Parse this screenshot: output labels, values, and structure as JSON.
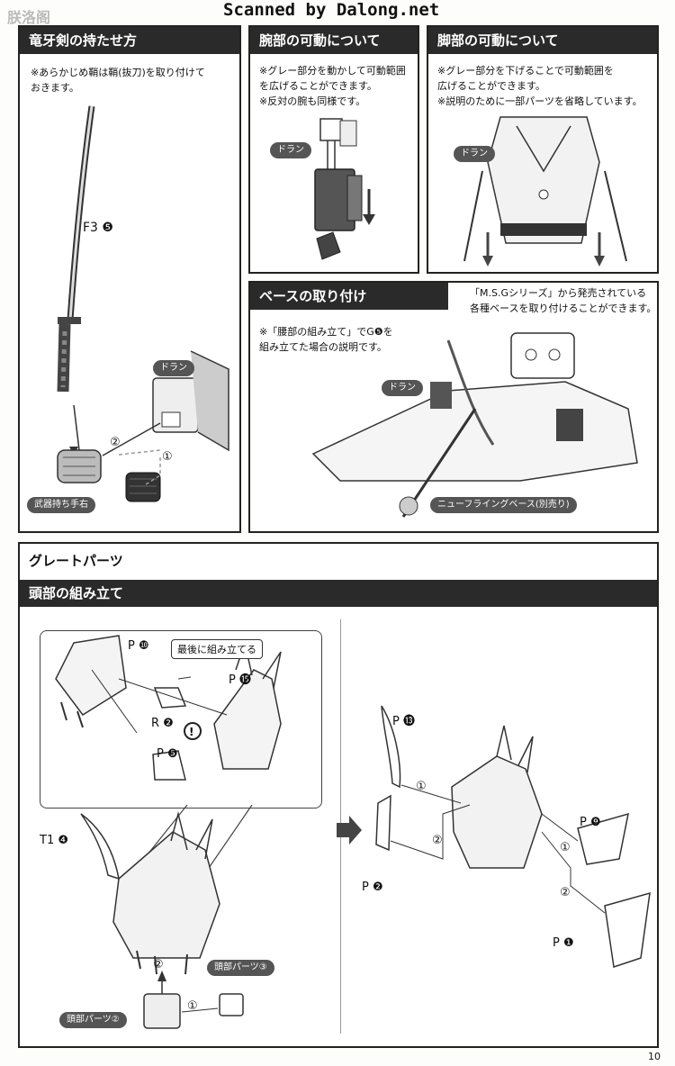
{
  "watermark": {
    "left": "朕洛阁",
    "right": "Scanned by Dalong.net"
  },
  "panel_katana": {
    "title": "竜牙剣の持たせ方",
    "note": "※あらかじめ鞘は鞘(抜刀)を取り付けて\nおきます。",
    "part": "F3",
    "part_num": "❺",
    "tag_dran": "ドラン",
    "tag_hand": "武器持ち手右",
    "step1": "①",
    "step2": "②"
  },
  "panel_arm": {
    "title": "腕部の可動について",
    "note": "※グレー部分を動かして可動範囲\nを広げることができます。\n※反対の腕も同様です。",
    "tag_dran": "ドラン"
  },
  "panel_leg": {
    "title": "脚部の可動について",
    "note": "※グレー部分を下げることで可動範囲を\n広げることができます。\n※説明のために一部パーツを省略しています。",
    "tag_dran": "ドラン"
  },
  "panel_base": {
    "title": "ベースの取り付け",
    "note_right": "「M.S.Gシリーズ」から発売されている\n各種ベースを取り付けることができます。",
    "note": "※「腰部の組み立て」でG❺を\n組み立てた場合の説明です。",
    "tag_dran": "ドラン",
    "tag_base": "ニューフライングベース(別売り)"
  },
  "great_parts": {
    "title": "グレートパーツ",
    "subtitle": "頭部の組み立て",
    "callout": "最後に組み立てる",
    "parts": {
      "p10": "P ❿",
      "p15": "P ⓯",
      "r2": "R ❷",
      "p5": "P ❺",
      "t1": "T1 ❹",
      "head2": "頭部パーツ②",
      "head3": "頭部パーツ③",
      "p13": "P ⓭",
      "p9": "P ❾",
      "p2": "P ❷",
      "p1": "P ❶"
    },
    "steps": {
      "s1": "①",
      "s2": "②"
    }
  },
  "page_number": "10"
}
